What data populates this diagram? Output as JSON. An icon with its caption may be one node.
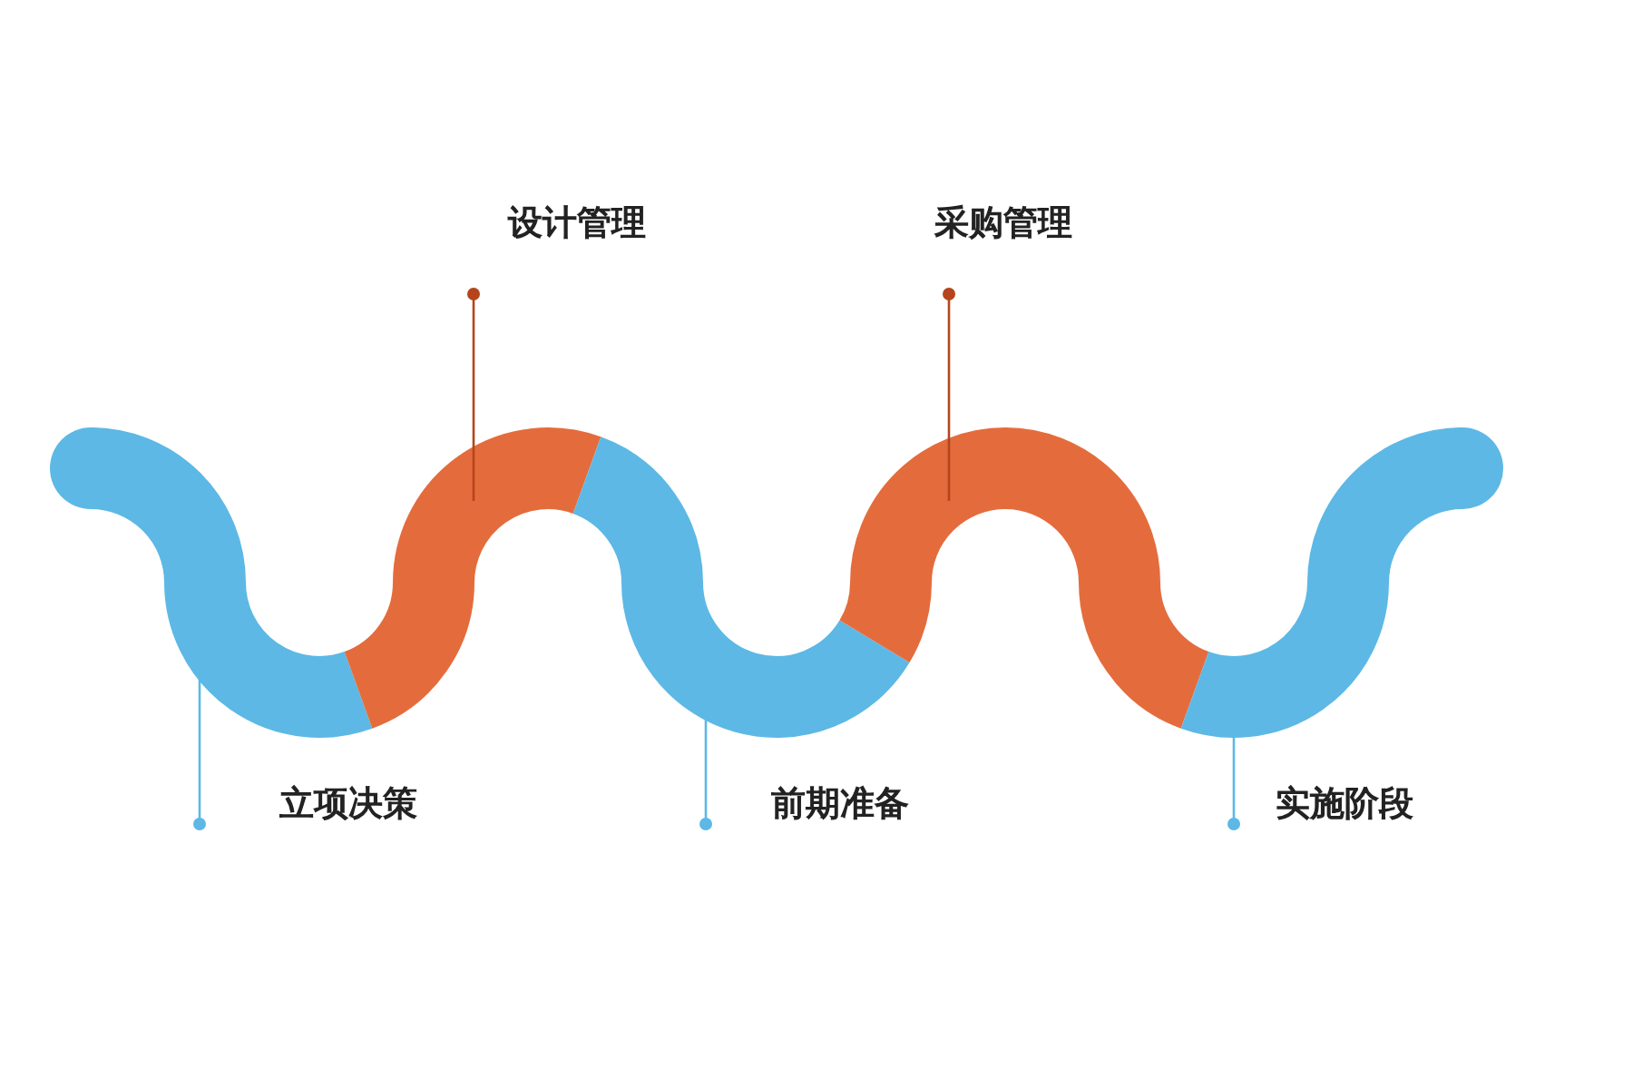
{
  "diagram": {
    "nodes": [
      {
        "text": [],
        "shape": "band"
      },
      {
        "text": [],
        "shape": "band"
      },
      {
        "text": [],
        "shape": "band"
      },
      {
        "text": [],
        "shape": "band"
      },
      {
        "text": [],
        "shape": "band"
      },
      {
        "text": [
          "立项决策"
        ]
      },
      {
        "text": [
          "设计管理"
        ]
      },
      {
        "text": [
          "前期准备"
        ]
      },
      {
        "text": [
          "采购管理"
        ]
      },
      {
        "text": [
          "实施阶段"
        ]
      }
    ],
    "edges": [
      {
        "from": 5,
        "to": 0,
        "arrow": "other"
      },
      {
        "from": 6,
        "to": 1,
        "arrow": "other",
        "color": "#b5441c"
      },
      {
        "from": 7,
        "to": 2,
        "arrow": "other"
      },
      {
        "from": 8,
        "to": 3,
        "arrow": "other",
        "color": "#b5441c"
      },
      {
        "from": 9,
        "to": 4,
        "arrow": "other"
      }
    ]
  }
}
